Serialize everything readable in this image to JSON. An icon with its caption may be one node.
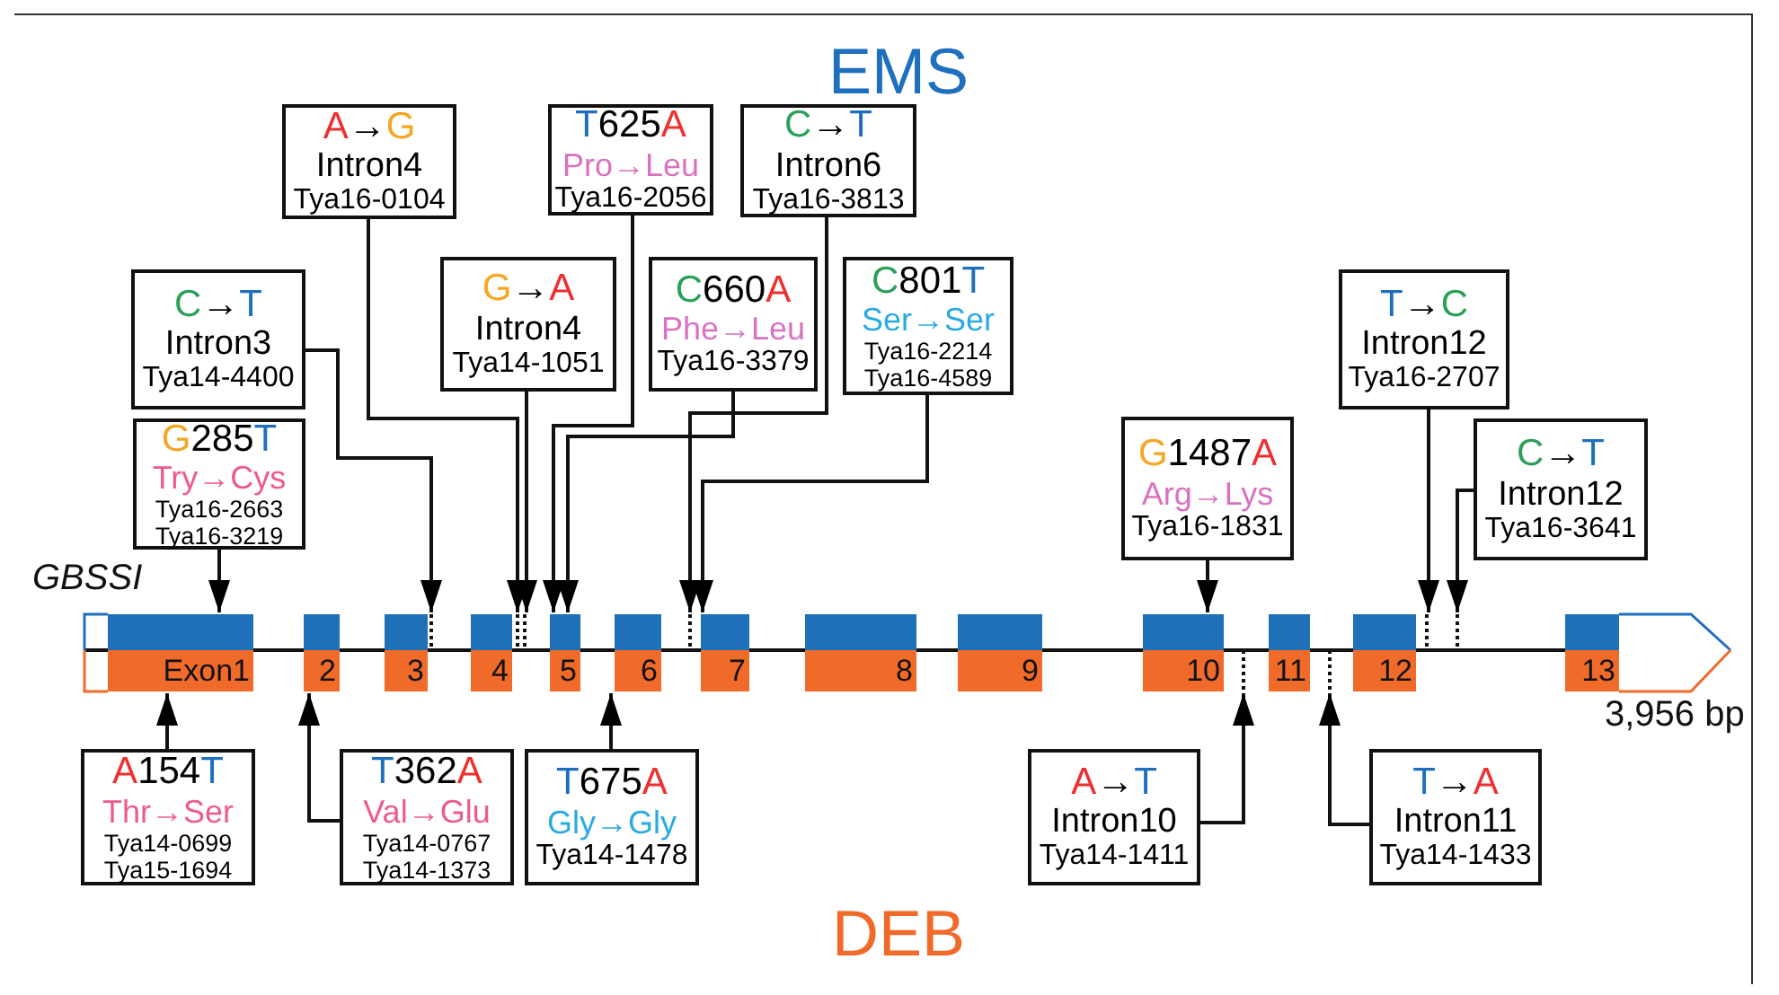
{
  "diagram": {
    "nodes": [
      {
        "text": [
          "A→G",
          "Intron4",
          "Tya16-0104"
        ]
      },
      {
        "text": [
          "T625A",
          "Pro→Leu",
          "Tya16-2056"
        ]
      },
      {
        "text": [
          "C→T",
          "Intron6",
          "Tya16-3813"
        ]
      },
      {
        "text": [
          "C→T",
          "Intron3",
          "Tya14-4400"
        ]
      },
      {
        "text": [
          "G→A",
          "Intron4",
          "Tya14-1051"
        ]
      },
      {
        "text": [
          "C660A",
          "Phe→Leu",
          "Tya16-3379"
        ]
      },
      {
        "text": [
          "C801T",
          "Ser→Ser",
          "Tya16-2214",
          "Tya16-4589"
        ]
      },
      {
        "text": [
          "T→C",
          "Intron12",
          "Tya16-2707"
        ]
      },
      {
        "text": [
          "G285T",
          "Try→Cys",
          "Tya16-2663",
          "Tya16-3219"
        ]
      },
      {
        "text": [
          "G1487A",
          "Arg→Lys",
          "Tya16-1831"
        ]
      },
      {
        "text": [
          "C→T",
          "Intron12",
          "Tya16-3641"
        ]
      },
      {
        "text": [
          "Exon1"
        ]
      },
      {
        "text": [
          "2"
        ]
      },
      {
        "text": [
          "3"
        ]
      },
      {
        "text": [
          "4"
        ]
      },
      {
        "text": [
          "5"
        ]
      },
      {
        "text": [
          "6"
        ]
      },
      {
        "text": [
          "7"
        ]
      },
      {
        "text": [
          "8"
        ]
      },
      {
        "text": [
          "9"
        ]
      },
      {
        "text": [
          "10"
        ]
      },
      {
        "text": [
          "11"
        ]
      },
      {
        "text": [
          "12"
        ]
      },
      {
        "text": [
          "13"
        ]
      },
      {
        "text": [
          "A154T",
          "Thr→Ser",
          "Tya14-0699",
          "Tya15-1694"
        ]
      },
      {
        "text": [
          "T362A",
          "Val→Glu",
          "Tya14-0767",
          "Tya14-1373"
        ]
      },
      {
        "text": [
          "T675A",
          "Gly→Gly",
          "Tya14-1478"
        ]
      },
      {
        "text": [
          "A→T",
          "Intron10",
          "Tya14-1411"
        ]
      },
      {
        "text": [
          "T→A",
          "Intron11",
          "Tya14-1433"
        ]
      },
      {
        "text": [],
        "shape": "line"
      },
      {
        "text": [],
        "shape": "line"
      },
      {
        "text": [],
        "shape": "line"
      },
      {
        "text": [],
        "shape": "line"
      },
      {
        "text": [],
        "shape": "line"
      },
      {
        "text": [],
        "shape": "line"
      },
      {
        "text": [],
        "shape": "line"
      },
      {
        "text": [],
        "shape": "line"
      }
    ],
    "edges": [
      {
        "from": 0,
        "to": 30,
        "arrow": "to"
      },
      {
        "from": 1,
        "to": 15,
        "arrow": "to"
      },
      {
        "from": 2,
        "to": 32,
        "arrow": "to"
      },
      {
        "from": 3,
        "to": 29,
        "arrow": "to"
      },
      {
        "from": 4,
        "to": 31,
        "arrow": "to"
      },
      {
        "from": 5,
        "to": 15,
        "arrow": "to"
      },
      {
        "from": 6,
        "to": 17,
        "arrow": "to"
      },
      {
        "from": 7,
        "to": 35,
        "arrow": "to"
      },
      {
        "from": 8,
        "to": 11,
        "arrow": "to"
      },
      {
        "from": 9,
        "to": 20,
        "arrow": "to"
      },
      {
        "from": 10,
        "to": 36,
        "arrow": "to"
      },
      {
        "from": 24,
        "to": 11,
        "arrow": "to"
      },
      {
        "from": 25,
        "to": 12,
        "arrow": "to"
      },
      {
        "from": 26,
        "to": 16,
        "arrow": "to"
      },
      {
        "from": 27,
        "to": 33,
        "arrow": "to"
      },
      {
        "from": 28,
        "to": 34,
        "arrow": "to"
      }
    ],
    "labels": [
      "EMS",
      "GBSSI",
      "3,956 bp",
      "DEB"
    ]
  }
}
